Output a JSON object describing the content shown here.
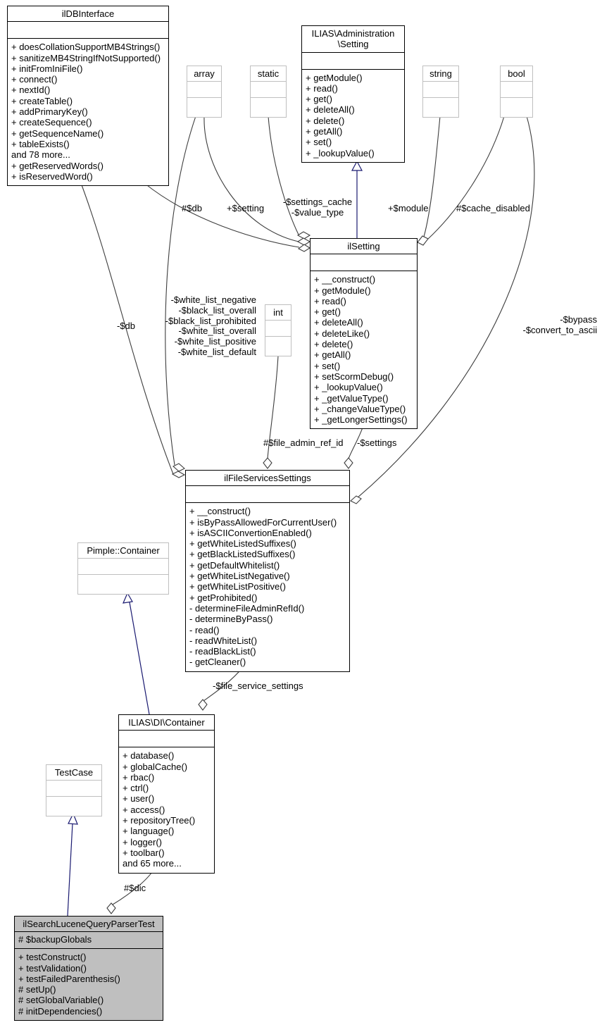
{
  "classes": {
    "ilDBInterface": {
      "title": "ilDBInterface",
      "attrs": [],
      "methods": [
        "+ doesCollationSupportMB4Strings()",
        "+ sanitizeMB4StringIfNotSupported()",
        "+ initFromIniFile()",
        "+ connect()",
        "+ nextId()",
        "+ createTable()",
        "+ addPrimaryKey()",
        "+ createSequence()",
        "+ getSequenceName()",
        "+ tableExists()",
        "and 78 more...",
        "+ getReservedWords()",
        "+ isReservedWord()"
      ]
    },
    "array_type": {
      "title": "array",
      "attrs": [],
      "methods": []
    },
    "static_type": {
      "title": "static",
      "attrs": [],
      "methods": []
    },
    "admin_setting": {
      "title": "ILIAS\\Administration\n\\Setting",
      "attrs": [],
      "methods": [
        "+ getModule()",
        "+ read()",
        "+ get()",
        "+ deleteAll()",
        "+ delete()",
        "+ getAll()",
        "+ set()",
        "+ _lookupValue()"
      ]
    },
    "string_type": {
      "title": "string",
      "attrs": [],
      "methods": []
    },
    "bool_type": {
      "title": "bool",
      "attrs": [],
      "methods": []
    },
    "ilSetting": {
      "title": "ilSetting",
      "attrs": [],
      "methods": [
        "+ __construct()",
        "+ getModule()",
        "+ read()",
        "+ get()",
        "+ deleteAll()",
        "+ deleteLike()",
        "+ delete()",
        "+ getAll()",
        "+ set()",
        "+ setScormDebug()",
        "+ _lookupValue()",
        "+ _getValueType()",
        "+ _changeValueType()",
        "+ _getLongerSettings()"
      ]
    },
    "int_type": {
      "title": "int",
      "attrs": [],
      "methods": []
    },
    "ilFileServicesSettings": {
      "title": "ilFileServicesSettings",
      "attrs": [],
      "methods": [
        "+ __construct()",
        "+ isByPassAllowedForCurrentUser()",
        "+ isASCIIConvertionEnabled()",
        "+ getWhiteListedSuffixes()",
        "+ getBlackListedSuffixes()",
        "+ getDefaultWhitelist()",
        "+ getWhiteListNegative()",
        "+ getWhiteListPositive()",
        "+ getProhibited()",
        "- determineFileAdminRefId()",
        "- determineByPass()",
        "- read()",
        "- readWhiteList()",
        "- readBlackList()",
        "- getCleaner()"
      ]
    },
    "pimple_container": {
      "title": "Pimple::Container",
      "attrs": [],
      "methods": []
    },
    "di_container": {
      "title": "ILIAS\\DI\\Container",
      "attrs": [],
      "methods": [
        "+ database()",
        "+ globalCache()",
        "+ rbac()",
        "+ ctrl()",
        "+ user()",
        "+ access()",
        "+ repositoryTree()",
        "+ language()",
        "+ logger()",
        "+ toolbar()",
        "and 65 more..."
      ]
    },
    "testcase": {
      "title": "TestCase",
      "attrs": [],
      "methods": []
    },
    "main_test": {
      "title": "ilSearchLuceneQueryParserTest",
      "attrs": [
        "# $backupGlobals"
      ],
      "methods": [
        "+ testConstruct()",
        "+ testValidation()",
        "+ testFailedParenthesis()",
        "# setUp()",
        "# setGlobalVariable()",
        "# initDependencies()"
      ]
    }
  },
  "edge_labels": {
    "db_to_ilsetting": "#$db",
    "setting_array": "+$setting",
    "settings_cache": "-$settings_cache\n-$value_type",
    "module": "+$module",
    "cache_disabled": "#$cache_disabled",
    "db_to_filesettings": "-$db",
    "file_lists": "-$white_list_negative\n-$black_list_overall\n-$black_list_prohibited\n-$white_list_overall\n-$white_list_positive\n-$white_list_default",
    "file_admin_ref_id": "#$file_admin_ref_id",
    "settings": "-$settings",
    "bypass": "-$bypass\n-$convert_to_ascii",
    "file_service_settings": "-$file_service_settings",
    "dic": "#$dic"
  },
  "colors": {
    "inheritance_edge": "#191970",
    "usage_edge": "#3d3d3d",
    "main_class_fill": "#bfbfbf",
    "external_class_border": "#bfbfbf",
    "class_border": "#000000"
  }
}
